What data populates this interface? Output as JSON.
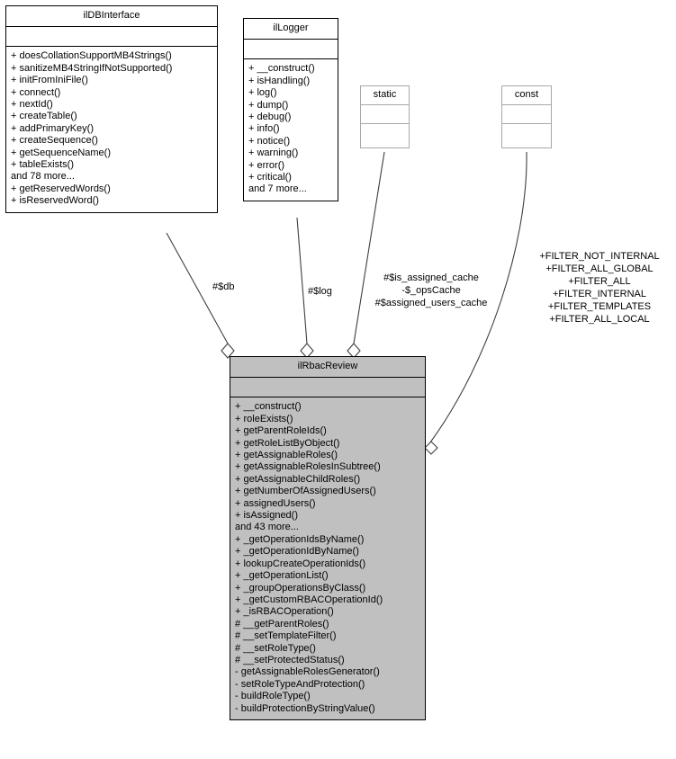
{
  "diagram": {
    "kind": "uml-collaboration-diagram",
    "root_class": "ilRbacReview"
  },
  "classes": {
    "ilDBInterface": {
      "name": "ilDBInterface",
      "attributes": [],
      "operations": [
        "+ doesCollationSupportMB4Strings()",
        "+ sanitizeMB4StringIfNotSupported()",
        "+ initFromIniFile()",
        "+ connect()",
        "+ nextId()",
        "+ createTable()",
        "+ addPrimaryKey()",
        "+ createSequence()",
        "+ getSequenceName()",
        "+ tableExists()",
        "and 78 more...",
        "+ getReservedWords()",
        "+ isReservedWord()"
      ]
    },
    "ilLogger": {
      "name": "ilLogger",
      "attributes": [],
      "operations": [
        "+ __construct()",
        "+ isHandling()",
        "+ log()",
        "+ dump()",
        "+ debug()",
        "+ info()",
        "+ notice()",
        "+ warning()",
        "+ error()",
        "+ critical()",
        "and 7 more..."
      ]
    },
    "static": {
      "name": "static",
      "attributes": [],
      "operations": []
    },
    "const": {
      "name": "const",
      "attributes": [],
      "operations": []
    },
    "ilRbacReview": {
      "name": "ilRbacReview",
      "attributes": [],
      "operations": [
        "+ __construct()",
        "+ roleExists()",
        "+ getParentRoleIds()",
        "+ getRoleListByObject()",
        "+ getAssignableRoles()",
        "+ getAssignableRolesInSubtree()",
        "+ getAssignableChildRoles()",
        "+ getNumberOfAssignedUsers()",
        "+ assignedUsers()",
        "+ isAssigned()",
        "and 43 more...",
        "+ _getOperationIdsByName()",
        "+ _getOperationIdByName()",
        "+ lookupCreateOperationIds()",
        "+ _getOperationList()",
        "+ _groupOperationsByClass()",
        "+ _getCustomRBACOperationId()",
        "+ _isRBACOperation()",
        "# __getParentRoles()",
        "# __setTemplateFilter()",
        "# __setRoleType()",
        "# __setProtectedStatus()",
        "- getAssignableRolesGenerator()",
        "- setRoleTypeAndProtection()",
        "- buildRoleType()",
        "- buildProtectionByStringValue()"
      ]
    }
  },
  "edges": {
    "db": {
      "label": "#$db",
      "from": "ilDBInterface",
      "to": "ilRbacReview"
    },
    "log": {
      "label": "#$log",
      "from": "ilLogger",
      "to": "ilRbacReview"
    },
    "static": {
      "label_line1": "#$is_assigned_cache",
      "label_line2": "-$_opsCache",
      "label_line3": "#$assigned_users_cache",
      "from": "static",
      "to": "ilRbacReview"
    },
    "const": {
      "label_line1": "+FILTER_NOT_INTERNAL",
      "label_line2": "+FILTER_ALL_GLOBAL",
      "label_line3": "+FILTER_ALL",
      "label_line4": "+FILTER_INTERNAL",
      "label_line5": "+FILTER_TEMPLATES",
      "label_line6": "+FILTER_ALL_LOCAL",
      "from": "const",
      "to": "ilRbacReview"
    }
  },
  "colors": {
    "root_fill": "#c0c0c0",
    "box_fill": "#ffffff",
    "border": "#000000",
    "ghost_border": "#a8a8a8",
    "edge": "#3f3f3f"
  }
}
